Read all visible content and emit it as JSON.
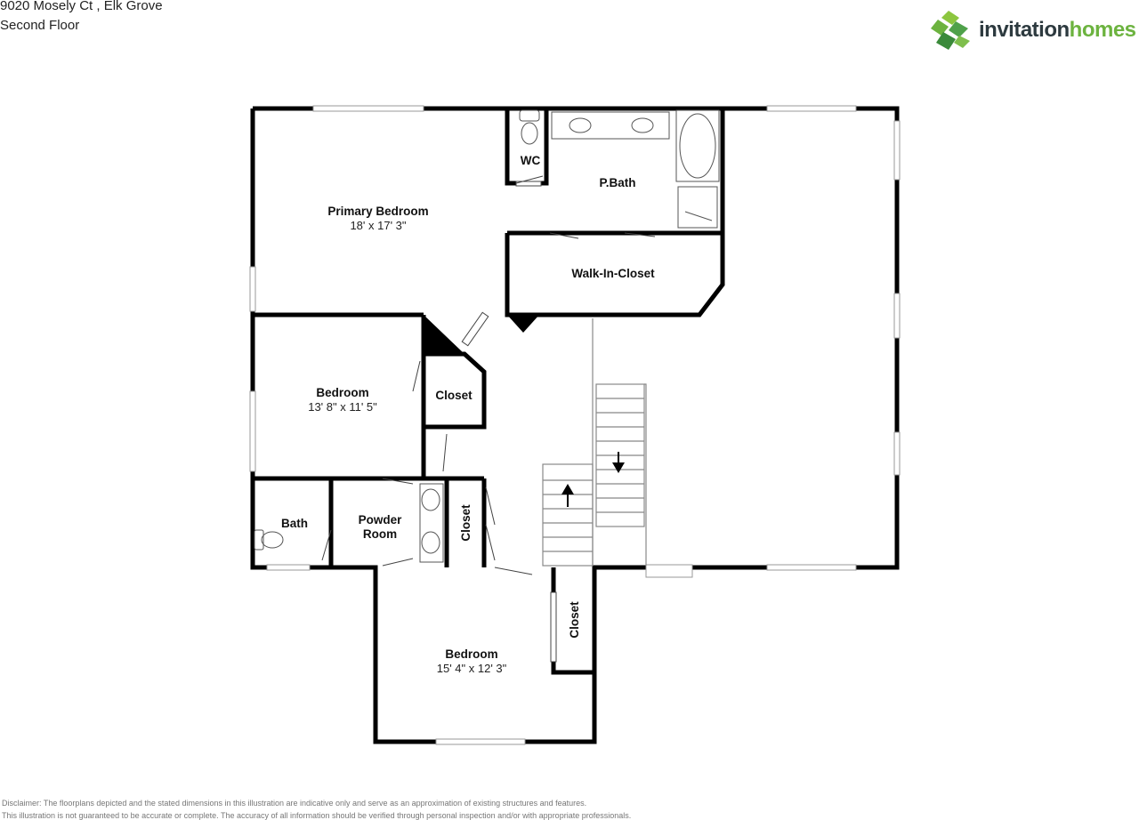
{
  "header": {
    "address": "9020 Mosely Ct , Elk Grove",
    "floor": "Second Floor"
  },
  "logo": {
    "text_part1": "invitation",
    "text_part2": "homes",
    "colors": {
      "dark": "#2d3a3f",
      "green": "#6cb33f",
      "green_light": "#8cc63f",
      "green_dark": "#3a8a3a"
    }
  },
  "rooms": {
    "primary_bedroom": {
      "name": "Primary Bedroom",
      "dims": "18' x 17' 3\""
    },
    "wc": {
      "name": "WC"
    },
    "pbath": {
      "name": "P.Bath"
    },
    "walk_in_closet": {
      "name": "Walk-In-Closet"
    },
    "bedroom_2": {
      "name": "Bedroom",
      "dims": "13' 8\" x 11' 5\""
    },
    "closet_2": {
      "name": "Closet"
    },
    "bath": {
      "name": "Bath"
    },
    "powder_room": {
      "name": "Powder",
      "name_line2": "Room"
    },
    "closet_hall": {
      "name": "Closet"
    },
    "bedroom_3": {
      "name": "Bedroom",
      "dims": "15' 4\" x 12' 3\""
    },
    "closet_3": {
      "name": "Closet"
    }
  },
  "disclaimer": {
    "line1": "Disclaimer: The floorplans depicted and the stated dimensions in this illustration are indicative only and serve as an approximation of existing structures and features.",
    "line2": "This illustration is not guaranteed to be accurate or complete. The accuracy of all information should be verified through personal inspection and/or with appropriate professionals."
  }
}
